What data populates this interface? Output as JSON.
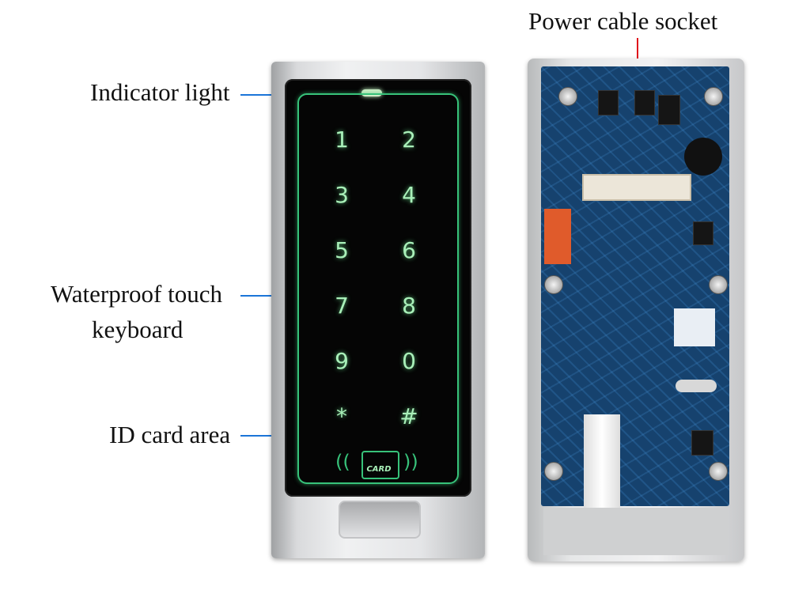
{
  "labels": {
    "indicator": "Indicator light",
    "keyboard_line1": "Waterproof touch",
    "keyboard_line2": "keyboard",
    "card_area": "ID card area",
    "power_socket": "Power cable socket"
  },
  "keypad": {
    "keys": [
      "1",
      "2",
      "3",
      "4",
      "5",
      "6",
      "7",
      "8",
      "9",
      "0",
      "*",
      "#"
    ],
    "card_text": "CARD"
  },
  "colors": {
    "arrow_blue": "#1b75d8",
    "arrow_red": "#e0101b",
    "key_glow": "#a9f0b9",
    "frame_green": "#37c27a",
    "pcb_blue": "#16426e"
  }
}
